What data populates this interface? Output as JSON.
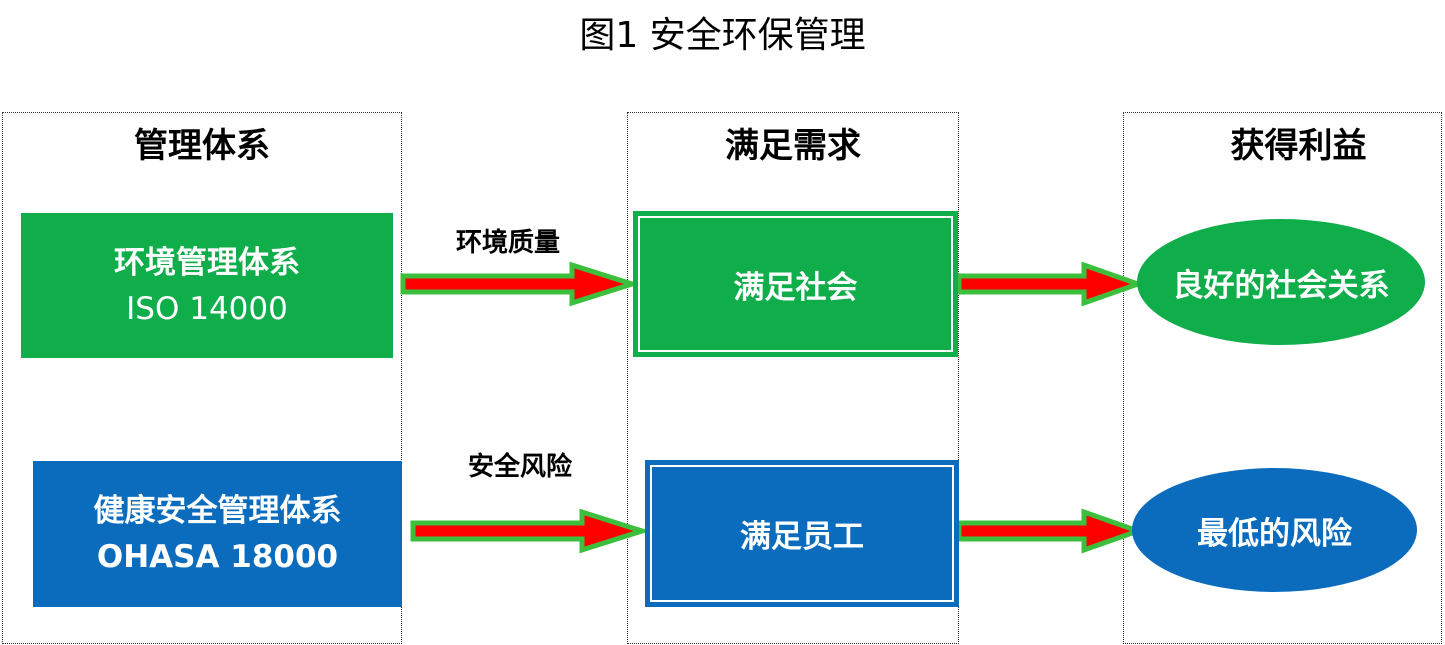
{
  "title": "图1  安全环保管理",
  "columns": {
    "management": {
      "header": "管理体系"
    },
    "requirements": {
      "header": "满足需求"
    },
    "benefits": {
      "header": "获得利益"
    }
  },
  "systems": {
    "environment": {
      "line1": "环境管理体系",
      "line2": "ISO 14000",
      "color": "#0fae4b"
    },
    "health_safety": {
      "line1": "健康安全管理体系",
      "line2": "OHASA 18000",
      "color": "#0b6cbe"
    }
  },
  "arrows": {
    "environment_quality": {
      "label": "环境质量"
    },
    "safety_risk": {
      "label": "安全风险"
    },
    "arrow_fill": "#ff0000",
    "arrow_outline": "#3cbf3c"
  },
  "needs": {
    "society": {
      "label": "满足社会"
    },
    "employees": {
      "label": "满足员工"
    }
  },
  "outcomes": {
    "social_relations": {
      "label": "良好的社会关系"
    },
    "lowest_risk": {
      "label": "最低的风险"
    }
  }
}
